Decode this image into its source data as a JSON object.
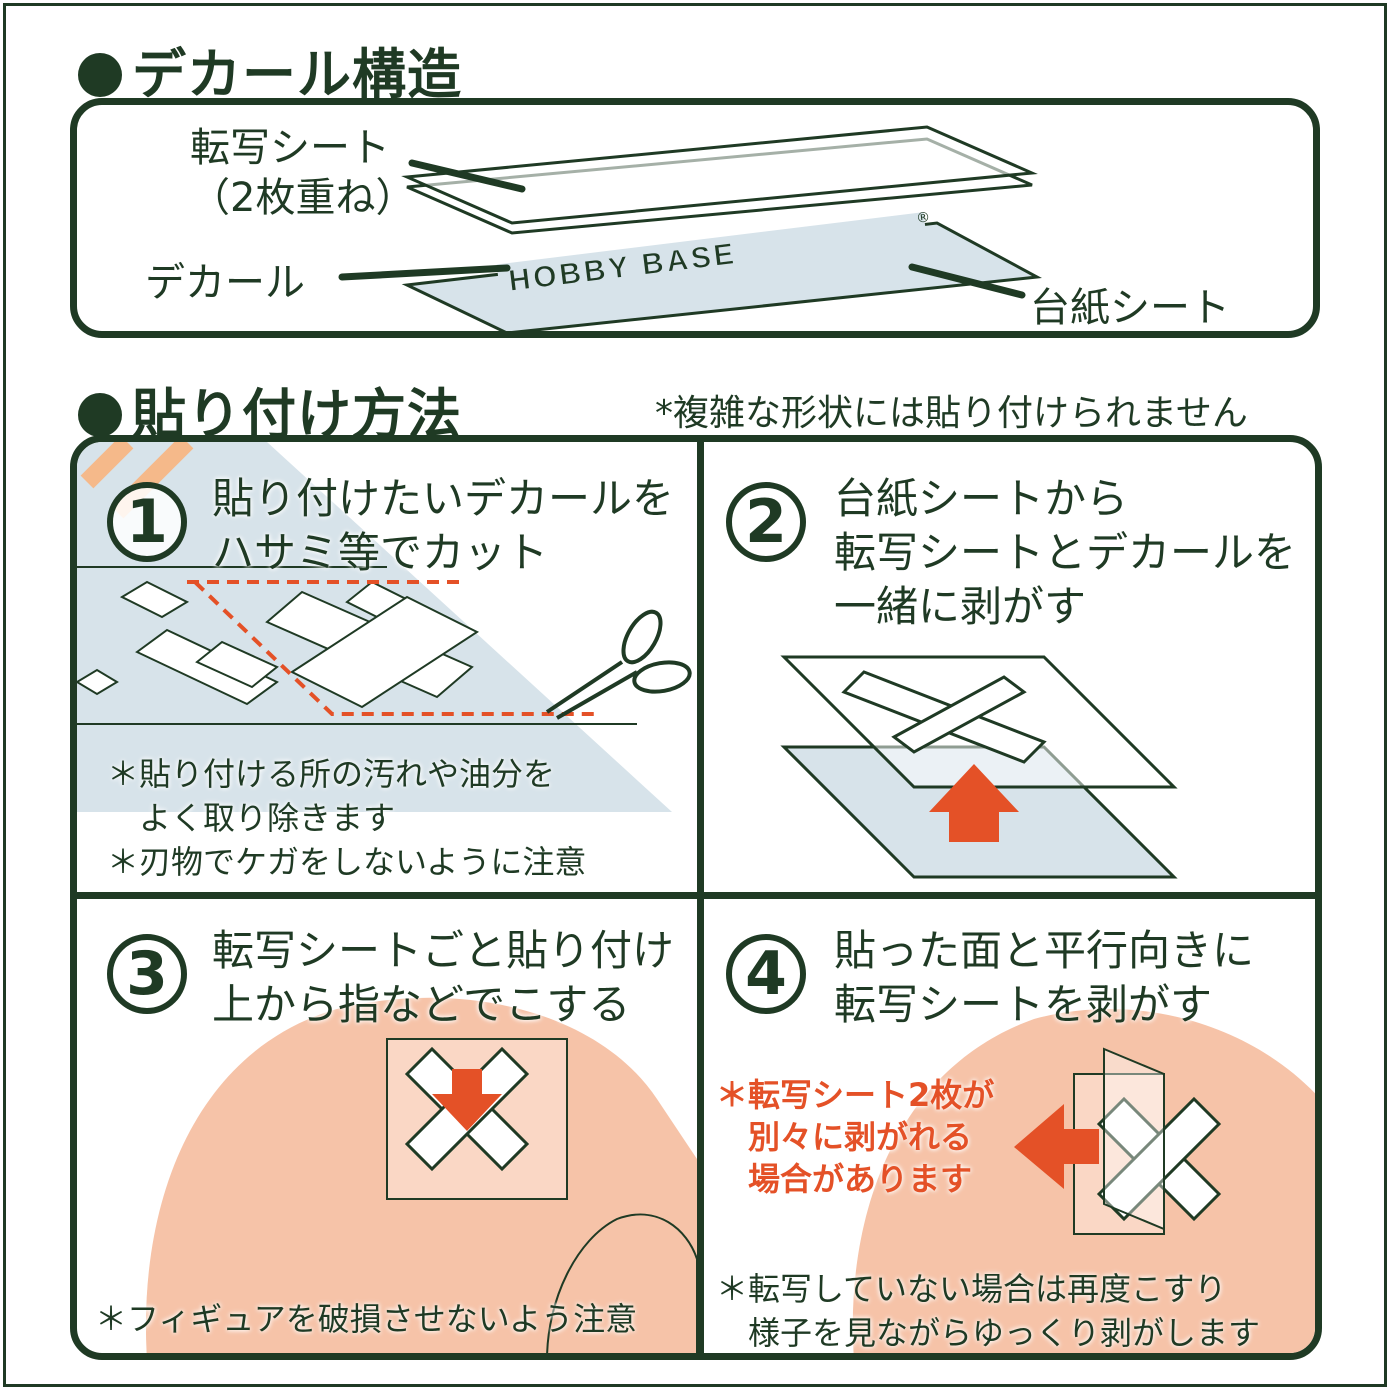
{
  "structure": {
    "heading": "デカール構造",
    "transfer_sheet_label_line1": "転写シート",
    "transfer_sheet_label_line2": "（2枚重ね）",
    "decal_label": "デカール",
    "backing_sheet_label": "台紙シート",
    "logo_text": "HOBBY BASE"
  },
  "method": {
    "heading": "貼り付け方法",
    "top_note": "*複雑な形状には貼り付けられません"
  },
  "steps": [
    {
      "number": "1",
      "lines": [
        "貼り付けたいデカールを",
        "ハサミ等でカット"
      ],
      "notes": [
        "＊貼り付ける所の汚れや油分を",
        "　よく取り除きます",
        "＊刃物でケガをしないように注意"
      ]
    },
    {
      "number": "2",
      "lines": [
        "台紙シートから",
        "転写シートとデカールを",
        "一緒に剥がす"
      ],
      "notes": []
    },
    {
      "number": "3",
      "lines": [
        "転写シートごと貼り付け",
        "上から指などでこする"
      ],
      "notes": [
        "＊フィギュアを破損させないよう注意"
      ]
    },
    {
      "number": "4",
      "lines": [
        "貼った面と平行向きに",
        "転写シートを剥がす"
      ],
      "warning": [
        "＊転写シート2枚が",
        "　別々に剥がれる",
        "　場合があります"
      ],
      "notes": [
        "＊転写していない場合は再度こすり",
        "　様子を見ながらゆっくり剥がします"
      ]
    }
  ],
  "colors": {
    "ink": "#1f3a24",
    "accent": "#e45127",
    "backing": "#d7e3ea",
    "skin": "#f6c3a8"
  }
}
